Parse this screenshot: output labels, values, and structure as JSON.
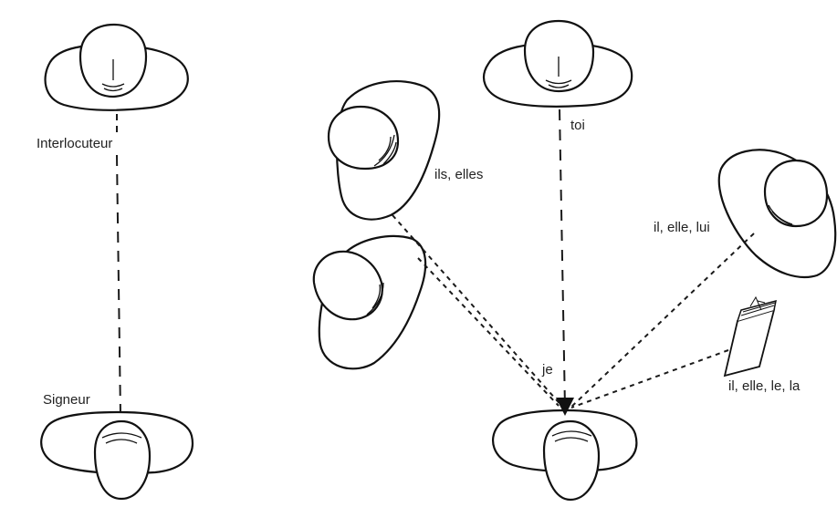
{
  "labels": {
    "interlocuteur": "Interlocuteur",
    "signeur": "Signeur",
    "toi": "toi",
    "je": "je",
    "ils_elles": "ils, elles",
    "il_elle_lui": "il, elle, lui",
    "il_elle_le_la": "il, elle, le, la"
  },
  "colors": {
    "ink": "#111111",
    "paper": "#ffffff"
  }
}
